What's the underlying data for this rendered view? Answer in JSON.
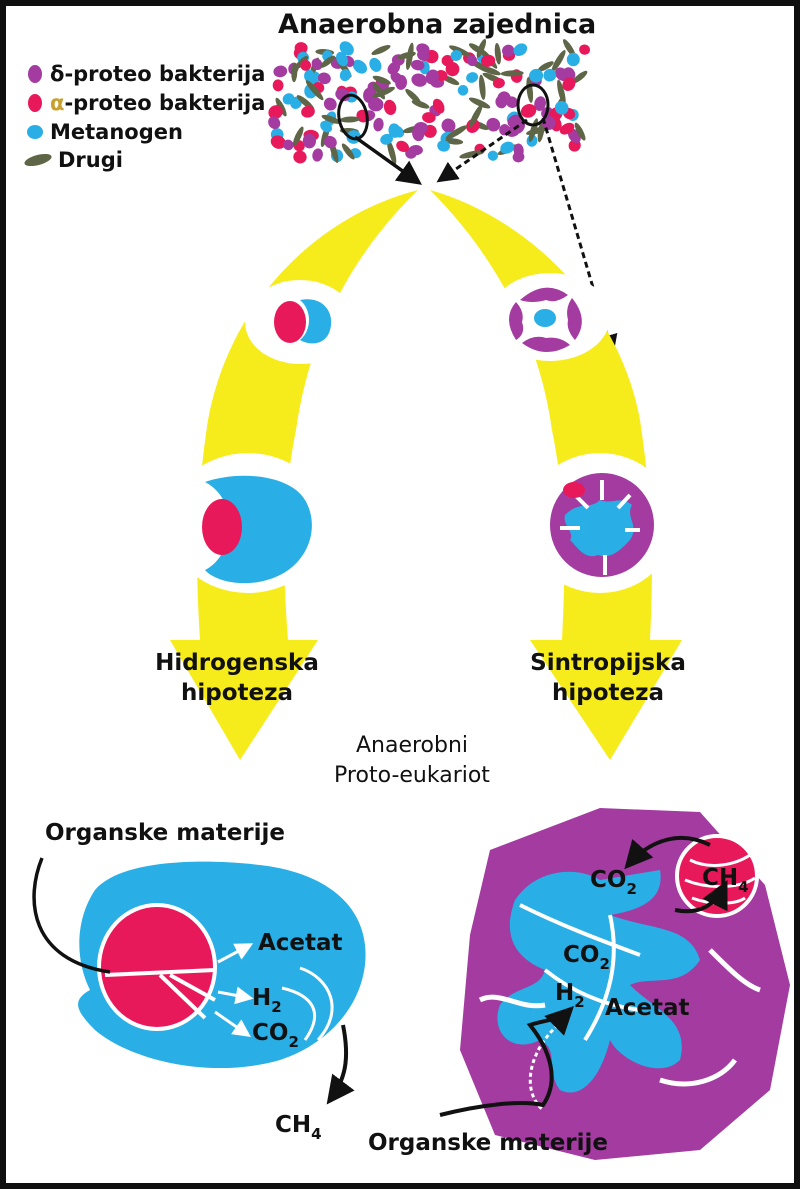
{
  "title": "Anaerobna zajednica",
  "legend": [
    {
      "glyph": "δ",
      "label": "-proteo bakterija",
      "color": "#a33ba0"
    },
    {
      "glyph": "α",
      "label": "-proteo bakterija",
      "color": "#e8195a"
    },
    {
      "glyph": "",
      "label": "Metanogen",
      "color": "#29aee6"
    },
    {
      "glyph": "",
      "label": "Drugi",
      "color": "#5f6648"
    }
  ],
  "colors": {
    "delta": "#a33ba0",
    "alpha": "#e8195a",
    "methanogen": "#29aee6",
    "other": "#5f6648",
    "arrow": "#f7ec1b"
  },
  "hypotheses": {
    "left": [
      "Hidrogenska",
      "hipoteza"
    ],
    "right": [
      "Sintropijska",
      "hipoteza"
    ]
  },
  "center_label": [
    "Anaerobni",
    "Proto-eukariot"
  ],
  "left_cell": {
    "input": "Organske materije",
    "acetate": "Acetat",
    "h2": "H",
    "h2_sub": "2",
    "co2": "CO",
    "co2_sub": "2",
    "ch4": "CH",
    "ch4_sub": "4"
  },
  "right_cell": {
    "co2_top": "CO",
    "co2_top_sub": "2",
    "ch4": "CH",
    "ch4_sub": "4",
    "co2_mid": "CO",
    "co2_mid_sub": "2",
    "h2": "H",
    "h2_sub": "2",
    "acetate": "Acetat",
    "input": "Organske materije"
  }
}
